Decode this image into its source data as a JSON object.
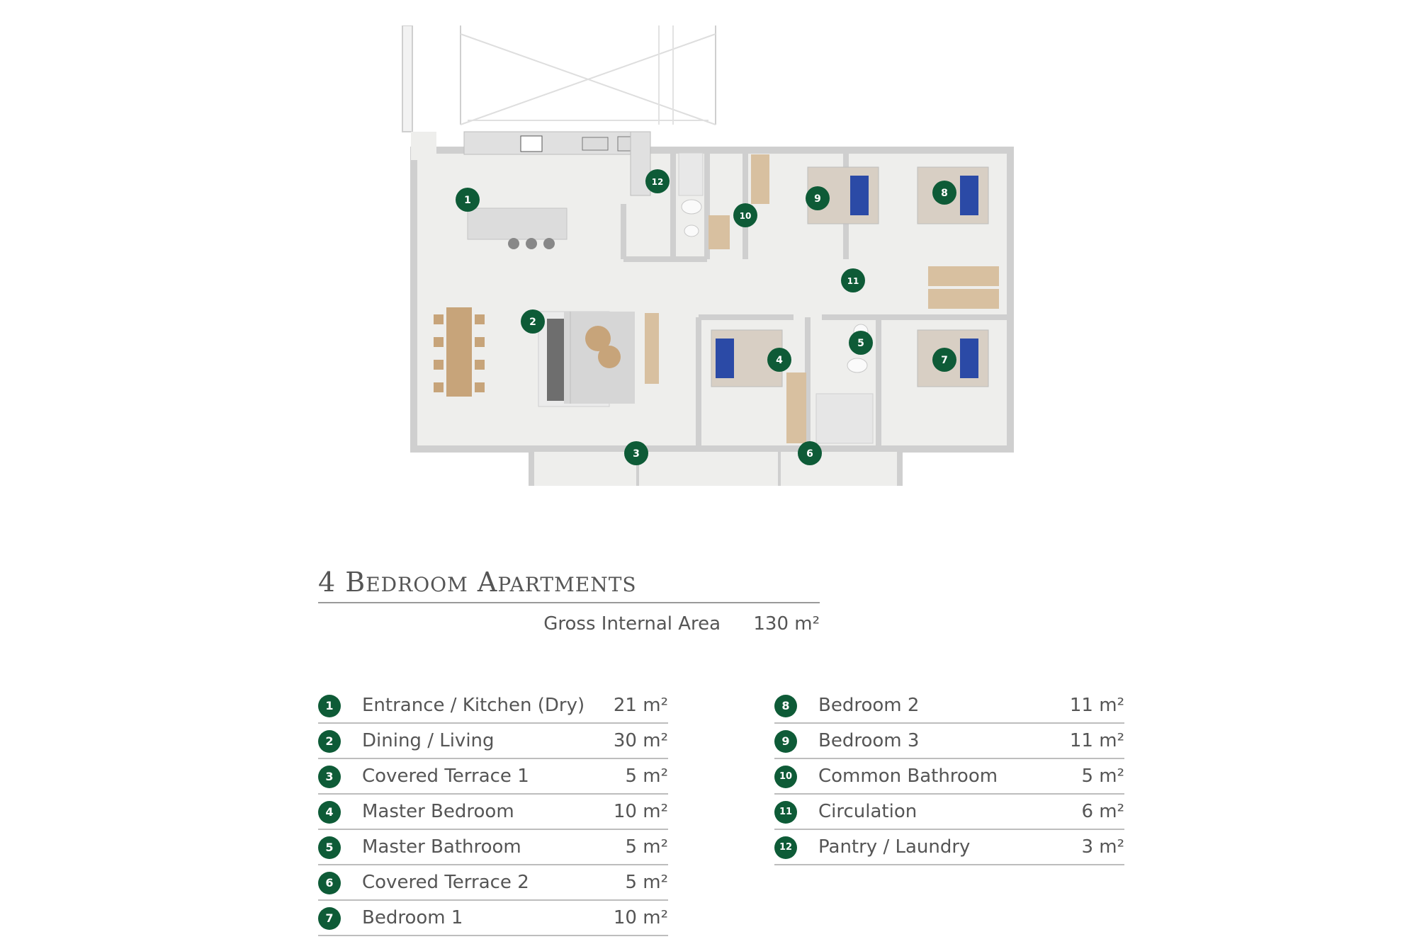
{
  "plan": {
    "labels": [
      "1",
      "2",
      "3",
      "4",
      "5",
      "6",
      "7",
      "8",
      "9",
      "10",
      "11",
      "12"
    ],
    "colors": {
      "badge": "#0e5b37",
      "floor": "#eeeeec",
      "wall": "#cfcfcf",
      "bed_blue": "#2b4aa6",
      "wood": "#c7a47a"
    }
  },
  "heading": {
    "num": "4",
    "word1_initial": "B",
    "word1_rest": "EDROOM",
    "word2_initial": "A",
    "word2_rest": "PARTMENTS"
  },
  "gross": {
    "label": "Gross Internal Area",
    "value": "130 m²"
  },
  "rooms_left": [
    {
      "num": "1",
      "name": "Entrance / Kitchen (Dry)",
      "area": "21 m²"
    },
    {
      "num": "2",
      "name": "Dining / Living",
      "area": "30 m²"
    },
    {
      "num": "3",
      "name": "Covered Terrace 1",
      "area": "5 m²"
    },
    {
      "num": "4",
      "name": "Master Bedroom",
      "area": "10 m²"
    },
    {
      "num": "5",
      "name": "Master Bathroom",
      "area": "5 m²"
    },
    {
      "num": "6",
      "name": "Covered Terrace 2",
      "area": "5 m²"
    },
    {
      "num": "7",
      "name": "Bedroom 1",
      "area": "10 m²"
    }
  ],
  "rooms_right": [
    {
      "num": "8",
      "name": "Bedroom 2",
      "area": "11 m²"
    },
    {
      "num": "9",
      "name": "Bedroom 3",
      "area": "11 m²"
    },
    {
      "num": "10",
      "name": "Common Bathroom",
      "area": "5 m²"
    },
    {
      "num": "11",
      "name": "Circulation",
      "area": "6 m²"
    },
    {
      "num": "12",
      "name": "Pantry / Laundry",
      "area": "3 m²"
    }
  ]
}
